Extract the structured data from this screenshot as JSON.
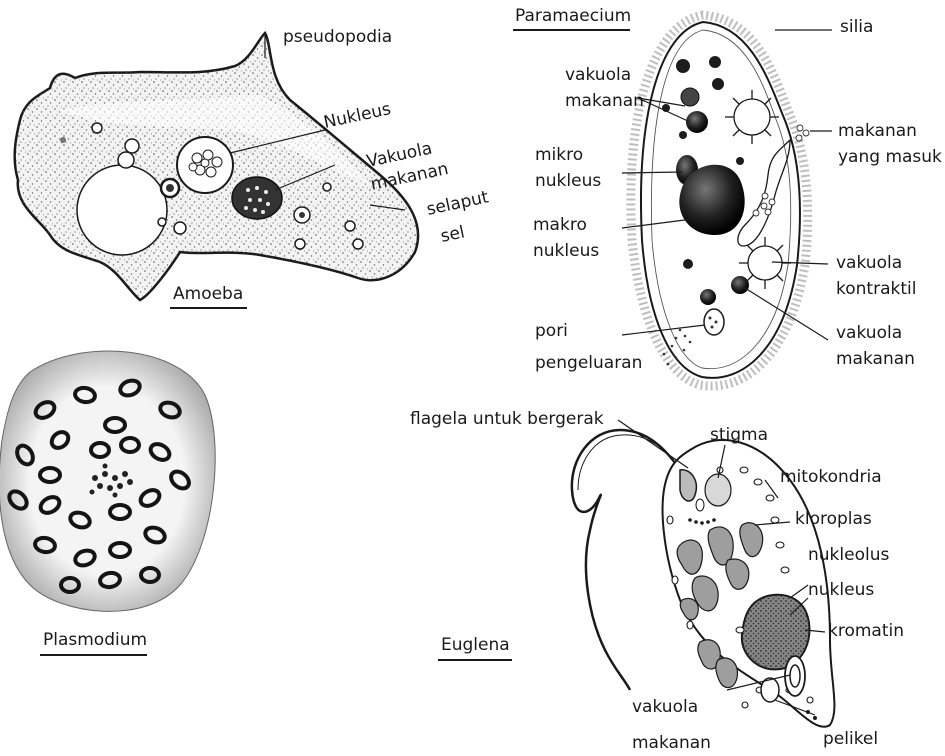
{
  "amoeba": {
    "title": "Amoeba",
    "labels": {
      "pseudopodia": "pseudopodia",
      "nukleus": "Nukleus",
      "vakuola1": "Vakuola",
      "vakuola2": "makanan",
      "selaput1": "selaput",
      "selaput2": "sel"
    }
  },
  "paramaecium": {
    "title": "Paramaecium",
    "labels": {
      "silia": "silia",
      "vakuola_makanan_top": [
        "vakuola",
        "makanan"
      ],
      "makanan_masuk": [
        "makanan",
        "yang masuk"
      ],
      "mikro_nukleus": [
        "mikro",
        "nukleus"
      ],
      "makro_nukleus": [
        "makro",
        "nukleus"
      ],
      "vakuola_kontraktil": [
        "vakuola",
        "kontraktil"
      ],
      "vakuola_makanan_bottom": [
        "vakuola",
        "makanan"
      ],
      "pori_pengeluaran": [
        "pori",
        "pengeluaran"
      ]
    }
  },
  "plasmodium": {
    "title": "Plasmodium"
  },
  "euglena": {
    "title": "Euglena",
    "labels": {
      "flagela": "flagela untuk bergerak",
      "stigma": "stigma",
      "mitokondria": "mitokondria",
      "kloroplas": "kloroplas",
      "nukleolus": "nukleolus",
      "nukleus": "nukleus",
      "kromatin": "kromatin",
      "vakuola_makanan": [
        "vakuola",
        "makanan"
      ],
      "pelikel": "pelikel"
    }
  }
}
